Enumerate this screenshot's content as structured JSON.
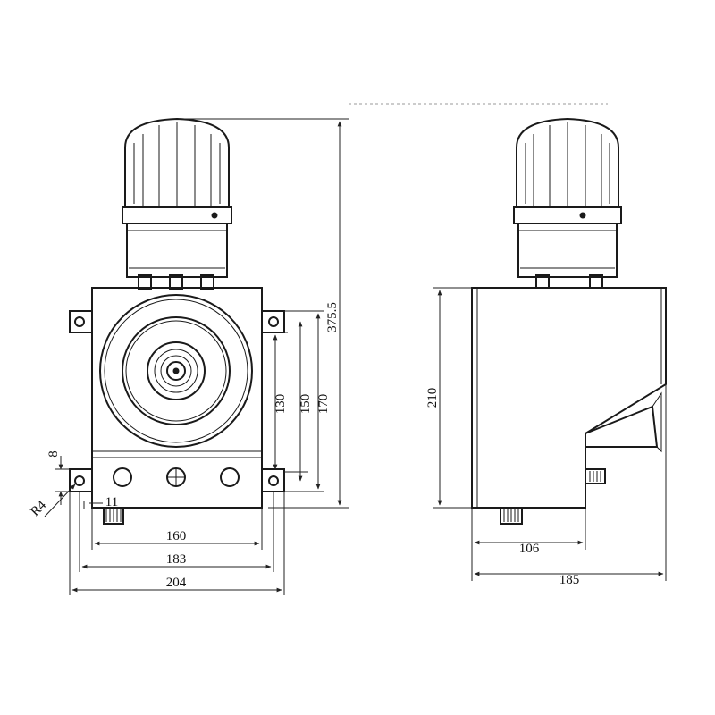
{
  "dimensions": {
    "overall_height": "375.5",
    "dim_130": "130",
    "dim_150": "150",
    "dim_170": "170",
    "dim_160": "160",
    "dim_183": "183",
    "dim_204": "204",
    "dim_8": "8",
    "dim_r4": "R4",
    "dim_11": "11",
    "side_height": "210",
    "side_106": "106",
    "side_185": "185"
  }
}
